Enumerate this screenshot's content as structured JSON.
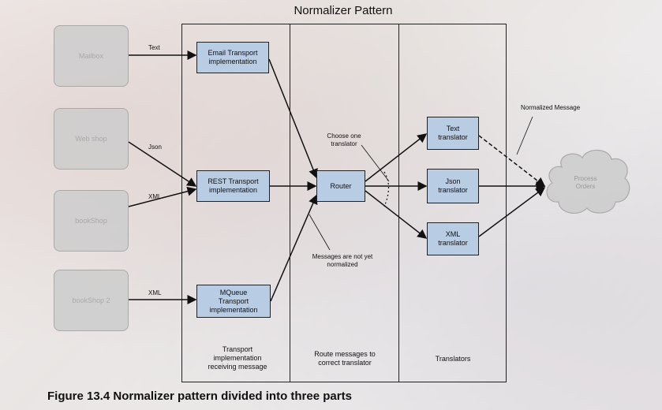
{
  "title": "Normalizer Pattern",
  "sources": {
    "mailbox": "Mailbox",
    "webshop": "Web shop",
    "bookshop": "bookShop",
    "bookshop2": "bookShop 2"
  },
  "edges": {
    "text": "Text",
    "json": "Json",
    "xml1": "XML",
    "xml2": "XML",
    "normalized": "Normalized Message"
  },
  "transports": {
    "email": "Email Transport\nimplementation",
    "rest": "REST Transport\nimplementation",
    "mqueue": "MQueue\nTransport\nimplementation"
  },
  "router": "Router",
  "translators": {
    "text": "Text\ntranslator",
    "json": "Json\ntranslator",
    "xml": "XML\ntranslator"
  },
  "notes": {
    "choose": "Choose one\ntranslator",
    "not_normalized": "Messages are not yet\nnormalized"
  },
  "columns": {
    "transport": "Transport\nimplementation\nreceiving message",
    "route": "Route messages to\ncorrect translator",
    "translators": "Translators"
  },
  "cloud": "Process\nOrders",
  "caption": "Figure 13.4 Normalizer pattern divided into three parts"
}
